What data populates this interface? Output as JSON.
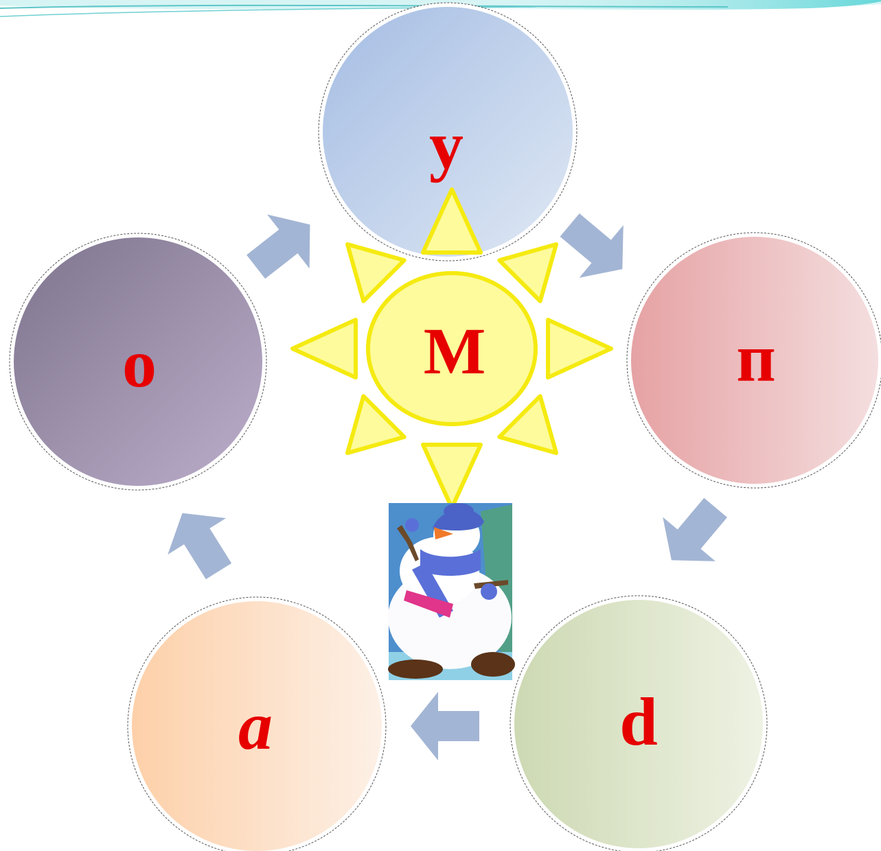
{
  "colors": {
    "letter": "#e60000",
    "arrow": "#a3b5d4",
    "sun_fill": "#fdfb9c",
    "sun_stroke": "#f5ea10",
    "header_accent": "#66d7d9"
  },
  "center": {
    "letter": "М"
  },
  "circles": [
    {
      "id": "top",
      "letter": "у",
      "italic": false,
      "colors": [
        "#a5bde3",
        "#dfe8f4"
      ]
    },
    {
      "id": "right",
      "letter": "п",
      "italic": false,
      "colors": [
        "#e6a2a4",
        "#f4dedf"
      ]
    },
    {
      "id": "bottom-right",
      "letter": "d",
      "italic": false,
      "colors": [
        "#cdd9b3",
        "#eef2e3"
      ]
    },
    {
      "id": "bottom-left",
      "letter": "а",
      "italic": true,
      "colors": [
        "#fdd0a9",
        "#fdf0e6"
      ]
    },
    {
      "id": "left",
      "letter": "о",
      "italic": false,
      "colors": [
        "#7e748d",
        "#bcaecb"
      ]
    }
  ],
  "picture": {
    "icon": "snowman-icon"
  }
}
